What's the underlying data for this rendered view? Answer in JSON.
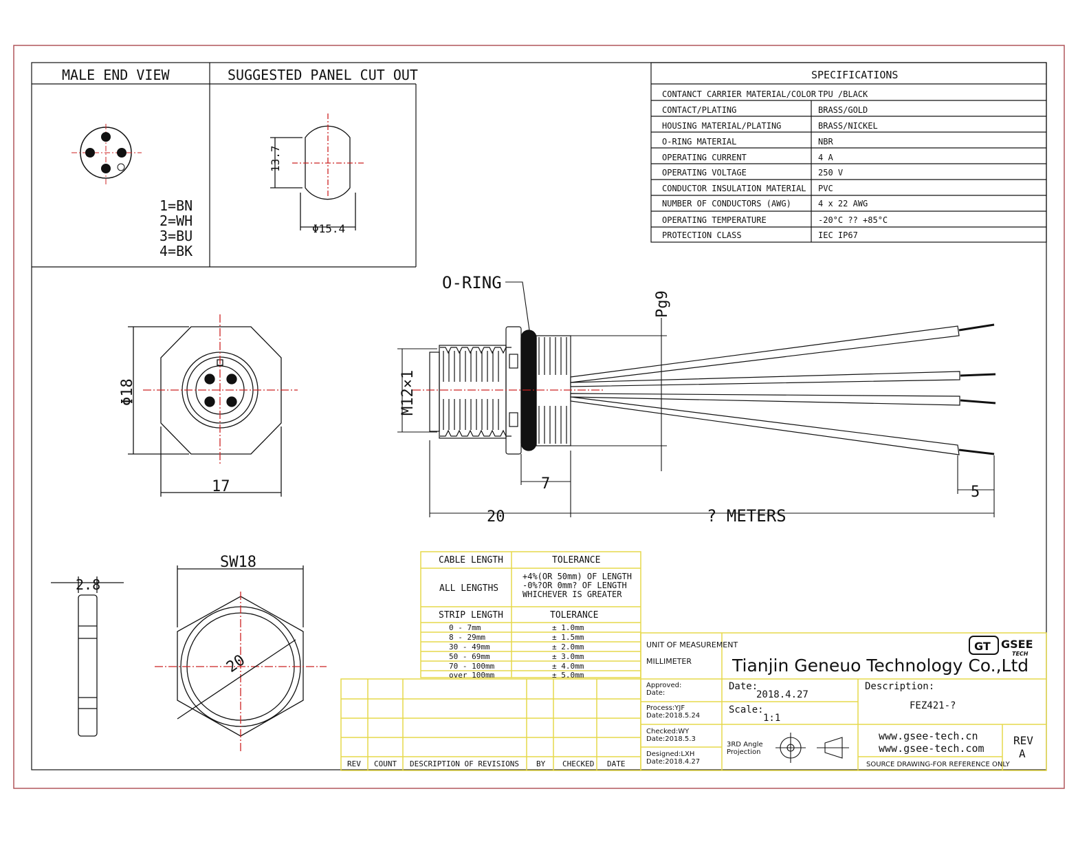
{
  "views": {
    "male_end_view": "MALE END VIEW",
    "panel_cut_out": "SUGGESTED PANEL CUT OUT",
    "pinout": [
      "1=BN",
      "2=WH",
      "3=BU",
      "4=BK"
    ],
    "panel_height": "13.7",
    "panel_diameter": "Φ15.4"
  },
  "specifications": {
    "title": "SPECIFICATIONS",
    "rows": [
      {
        "label": "CONTANCT CARRIER MATERIAL/COLOR",
        "value": "TPU /BLACK"
      },
      {
        "label": "CONTACT/PLATING",
        "value": "BRASS/GOLD"
      },
      {
        "label": "HOUSING MATERIAL/PLATING",
        "value": "BRASS/NICKEL"
      },
      {
        "label": "O-RING MATERIAL",
        "value": "NBR"
      },
      {
        "label": "OPERATING CURRENT",
        "value": "4 A"
      },
      {
        "label": "OPERATING VOLTAGE",
        "value": "250 V"
      },
      {
        "label": "CONDUCTOR INSULATION MATERIAL",
        "value": "PVC"
      },
      {
        "label": "NUMBER OF CONDUCTORS (AWG)",
        "value": "4 x 22 AWG"
      },
      {
        "label": "OPERATING TEMPERATURE",
        "value": "-20°C ?? +85°C"
      },
      {
        "label": "PROTECTION CLASS",
        "value": "IEC  IP67"
      }
    ]
  },
  "dimensions": {
    "front_diameter": "Φ18",
    "front_width": "17",
    "oring": "O-RING",
    "pg": "Pg9",
    "thread": "M12×1",
    "len7": "7",
    "len20": "20",
    "meters": "? METERS",
    "strip": "5",
    "nut_thickness": "2.8",
    "nut_sw": "SW18",
    "nut_diameter": "20"
  },
  "tolerance": {
    "h_cable": "CABLE LENGTH",
    "h_tol": "TOLERANCE",
    "all_lengths": "ALL LENGTHS",
    "all_tol": [
      "+4%(OR 50mm) OF LENGTH",
      "-0%?OR 0mm? OF LENGTH",
      "WHICHEVER  IS  GREATER"
    ],
    "h_strip": "STRIP LENGTH",
    "h_tol2": "TOLERANCE",
    "rows": [
      {
        "len": "0 - 7mm",
        "tol": "± 1.0mm"
      },
      {
        "len": "8 - 29mm",
        "tol": "± 1.5mm"
      },
      {
        "len": "30 - 49mm",
        "tol": "± 2.0mm"
      },
      {
        "len": "50 - 69mm",
        "tol": "± 3.0mm"
      },
      {
        "len": "70 - 100mm",
        "tol": "± 4.0mm"
      },
      {
        "len": "over 100mm",
        "tol": "± 5.0mm"
      }
    ]
  },
  "revisions": {
    "headers": [
      "REV",
      "COUNT",
      "DESCRIPTION  OF  REVISIONS",
      "BY",
      "CHECKED",
      "DATE"
    ]
  },
  "title_block": {
    "unit_label": "UNIT OF MEASUREMENT",
    "unit_value": "MILLIMETER",
    "company": "Tianjin Geneuo Technology Co.,Ltd",
    "logo_gt": "GT",
    "logo_gsee": "GSEE",
    "logo_tech": "TECH",
    "approved": "Approved:",
    "approved_date": "Date:",
    "process": "Process:YJF",
    "process_date": "Date:2018.5.24",
    "checked": "Checked:WY",
    "checked_date": "Date:2018.5.3",
    "designed": "Designed:LXH",
    "designed_date": "Date:2018.4.27",
    "date_label": "Date:",
    "date_value": "2018.4.27",
    "scale_label": "Scale:",
    "scale_value": "1:1",
    "description_label": "Description:",
    "description_value": "FEZ421-?",
    "projection": [
      "3RD Angle",
      "Projection"
    ],
    "web1": "www.gsee-tech.cn",
    "web2": "www.gsee-tech.com",
    "rev_label": "REV",
    "rev_value": "A",
    "source_note": "SOURCE DRAWING-FOR REFERENCE ONLY"
  },
  "colors": {
    "frame": "#b0555a",
    "centerline": "#cc2020",
    "grid": "#e6d84a",
    "ink": "#111111"
  }
}
